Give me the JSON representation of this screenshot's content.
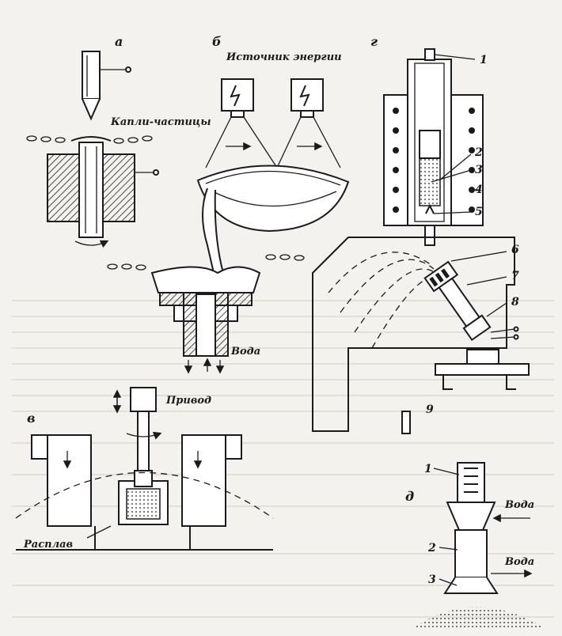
{
  "panels": {
    "a": "а",
    "b": "б",
    "v": "в",
    "g": "г",
    "d": "д"
  },
  "labels": {
    "energy_source": "Источник энергии",
    "droplets": "Капли-частицы",
    "water_b": "Вода",
    "drive": "Привод",
    "melt": "Расплав",
    "water_d1": "Вода",
    "water_d2": "Вода"
  },
  "numbers_g": [
    "1",
    "2",
    "3",
    "4",
    "5",
    "6",
    "7",
    "8",
    "9"
  ],
  "numbers_d": [
    "1",
    "2",
    "3"
  ]
}
